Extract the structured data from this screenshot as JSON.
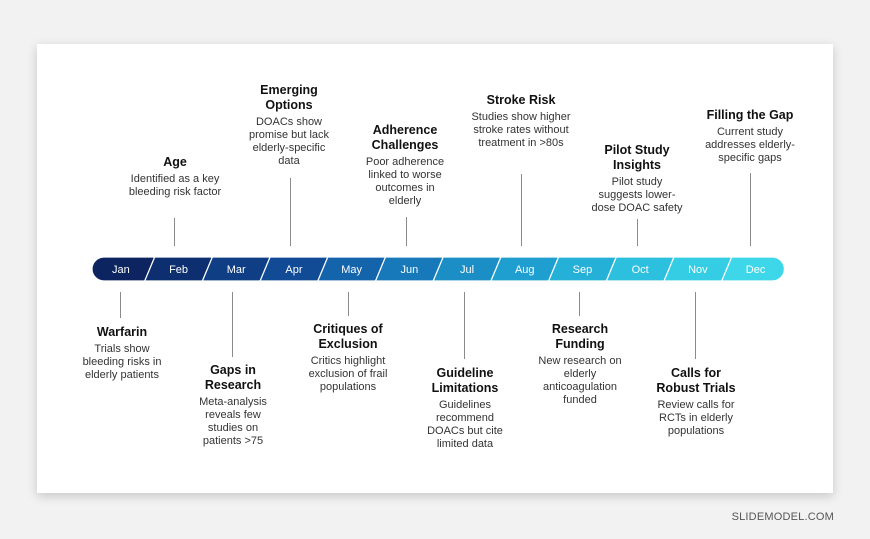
{
  "months": [
    {
      "label": "Jan",
      "color": "#0c2460"
    },
    {
      "label": "Feb",
      "color": "#0d2f70"
    },
    {
      "label": "Mar",
      "color": "#0f3e85"
    },
    {
      "label": "Apr",
      "color": "#114b96"
    },
    {
      "label": "May",
      "color": "#1464ab"
    },
    {
      "label": "Jun",
      "color": "#1779b9"
    },
    {
      "label": "Jul",
      "color": "#1a8ec5"
    },
    {
      "label": "Aug",
      "color": "#1e9fcf"
    },
    {
      "label": "Sep",
      "color": "#25b0d8"
    },
    {
      "label": "Oct",
      "color": "#2cbfde"
    },
    {
      "label": "Nov",
      "color": "#34cde4"
    },
    {
      "label": "Dec",
      "color": "#3ed6e9"
    }
  ],
  "events_top": [
    {
      "month": "Feb",
      "title": "Age",
      "desc": "Identified as a key bleeding risk factor"
    },
    {
      "month": "Apr",
      "title": "Emerging Options",
      "desc": "DOACs show promise but lack elderly-specific data"
    },
    {
      "month": "Jun",
      "title": "Adherence Challenges",
      "desc": "Poor adherence linked to worse outcomes in elderly"
    },
    {
      "month": "Aug",
      "title": "Stroke Risk",
      "desc": "Studies show higher stroke rates without treatment in >80s"
    },
    {
      "month": "Oct",
      "title": "Pilot Study Insights",
      "desc": "Pilot study suggests lower-dose DOAC safety"
    },
    {
      "month": "Dec",
      "title": "Filling the Gap",
      "desc": "Current study addresses elderly-specific gaps"
    }
  ],
  "events_bottom": [
    {
      "month": "Jan",
      "title": "Warfarin",
      "desc": "Trials show bleeding risks in elderly patients"
    },
    {
      "month": "Mar",
      "title": "Gaps in Research",
      "desc": "Meta-analysis reveals few studies on patients >75"
    },
    {
      "month": "May",
      "title": "Critiques of Exclusion",
      "desc": "Critics highlight exclusion of frail populations"
    },
    {
      "month": "Jul",
      "title": "Guideline Limitations",
      "desc": "Guidelines recommend DOACs but cite limited data"
    },
    {
      "month": "Sep",
      "title": "Research Funding",
      "desc": "New research on elderly anticoagulation funded"
    },
    {
      "month": "Nov",
      "title": "Calls for Robust Trials",
      "desc": "Review calls for RCTs in elderly populations"
    }
  ],
  "watermark": "SLIDEMODEL.COM"
}
